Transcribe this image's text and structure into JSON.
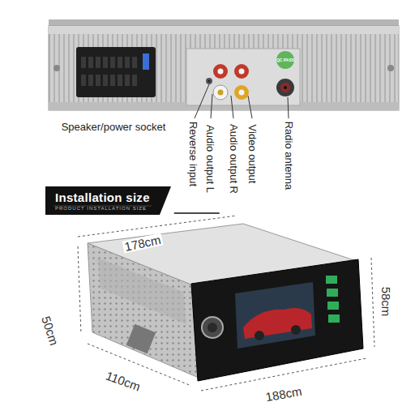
{
  "diagram": {
    "nodes": [
      {
        "text": [
          "Installation size",
          "PRODUCT INSTALLATION SIZE"
        ]
      }
    ],
    "labels": [
      "Speaker/power socket",
      "Reverse input",
      "Audio output L",
      "Audio output R",
      "Video output",
      "Radio antenna",
      "QC PASS",
      "178cm",
      "58cm",
      "50cm",
      "110cm",
      "188cm"
    ]
  }
}
